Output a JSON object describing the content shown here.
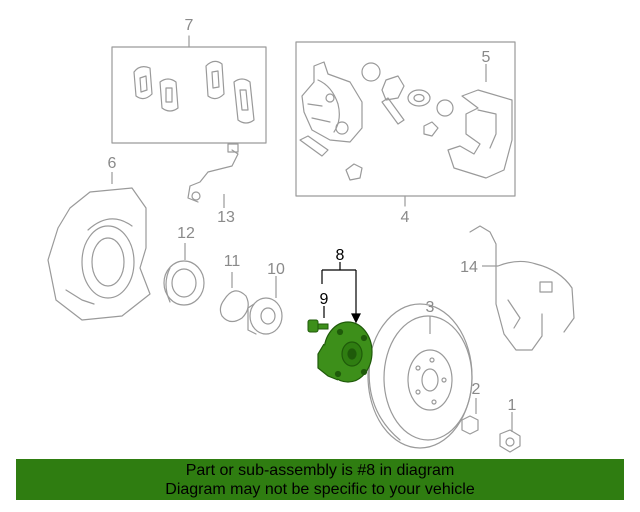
{
  "callouts": {
    "c1": "1",
    "c2": "2",
    "c3": "3",
    "c4": "4",
    "c5": "5",
    "c6": "6",
    "c7": "7",
    "c8": "8",
    "c9": "9",
    "c10": "10",
    "c11": "11",
    "c12": "12",
    "c13": "13",
    "c14": "14"
  },
  "banner": {
    "line1": "Part or sub-assembly is #8 in diagram",
    "line2": "Diagram may not be specific to your vehicle"
  },
  "colors": {
    "highlight": "#2f7d11",
    "highlight_part": "#3d8f1a",
    "outline": "#9a9a9a",
    "label": "#8a8a8a",
    "active_label": "#000000"
  }
}
